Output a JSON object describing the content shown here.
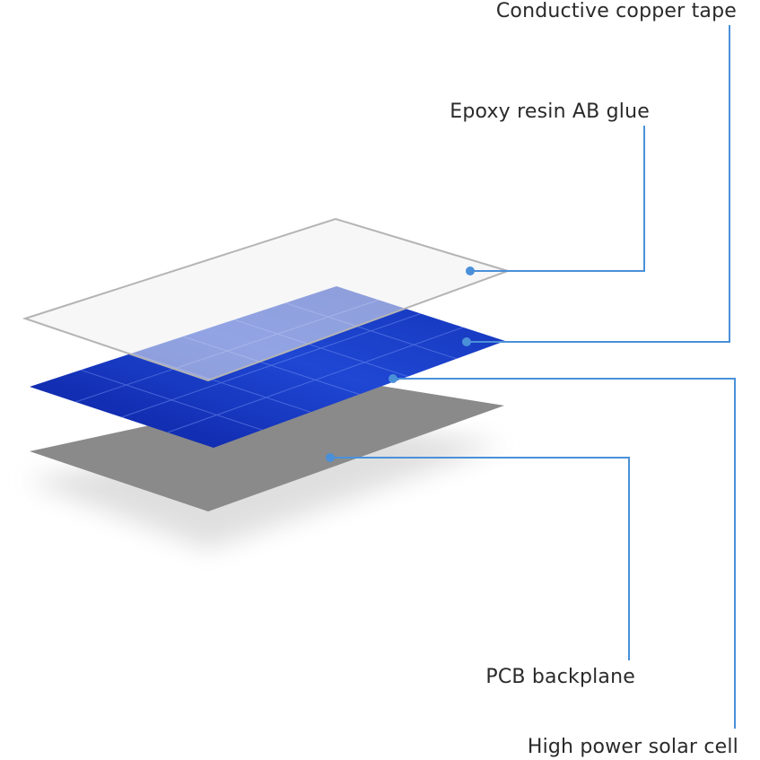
{
  "callouts": {
    "conductive_copper_tape": "Conductive copper tape",
    "epoxy_resin_ab_glue": "Epoxy resin AB glue",
    "pcb_backplane": "PCB backplane",
    "high_power_solar_cell": "High power solar cell"
  },
  "colors": {
    "leader_line": "#4a90d9",
    "glass_fill": "#f2f2f2",
    "glass_edge": "#b0b0b0",
    "cell_blue_dark": "#0a22a8",
    "cell_blue_light": "#2f5be0",
    "cell_grid": "#6f8cf0",
    "pcb_gray": "#8c8c8c",
    "shadow": "#d9d9d9"
  }
}
